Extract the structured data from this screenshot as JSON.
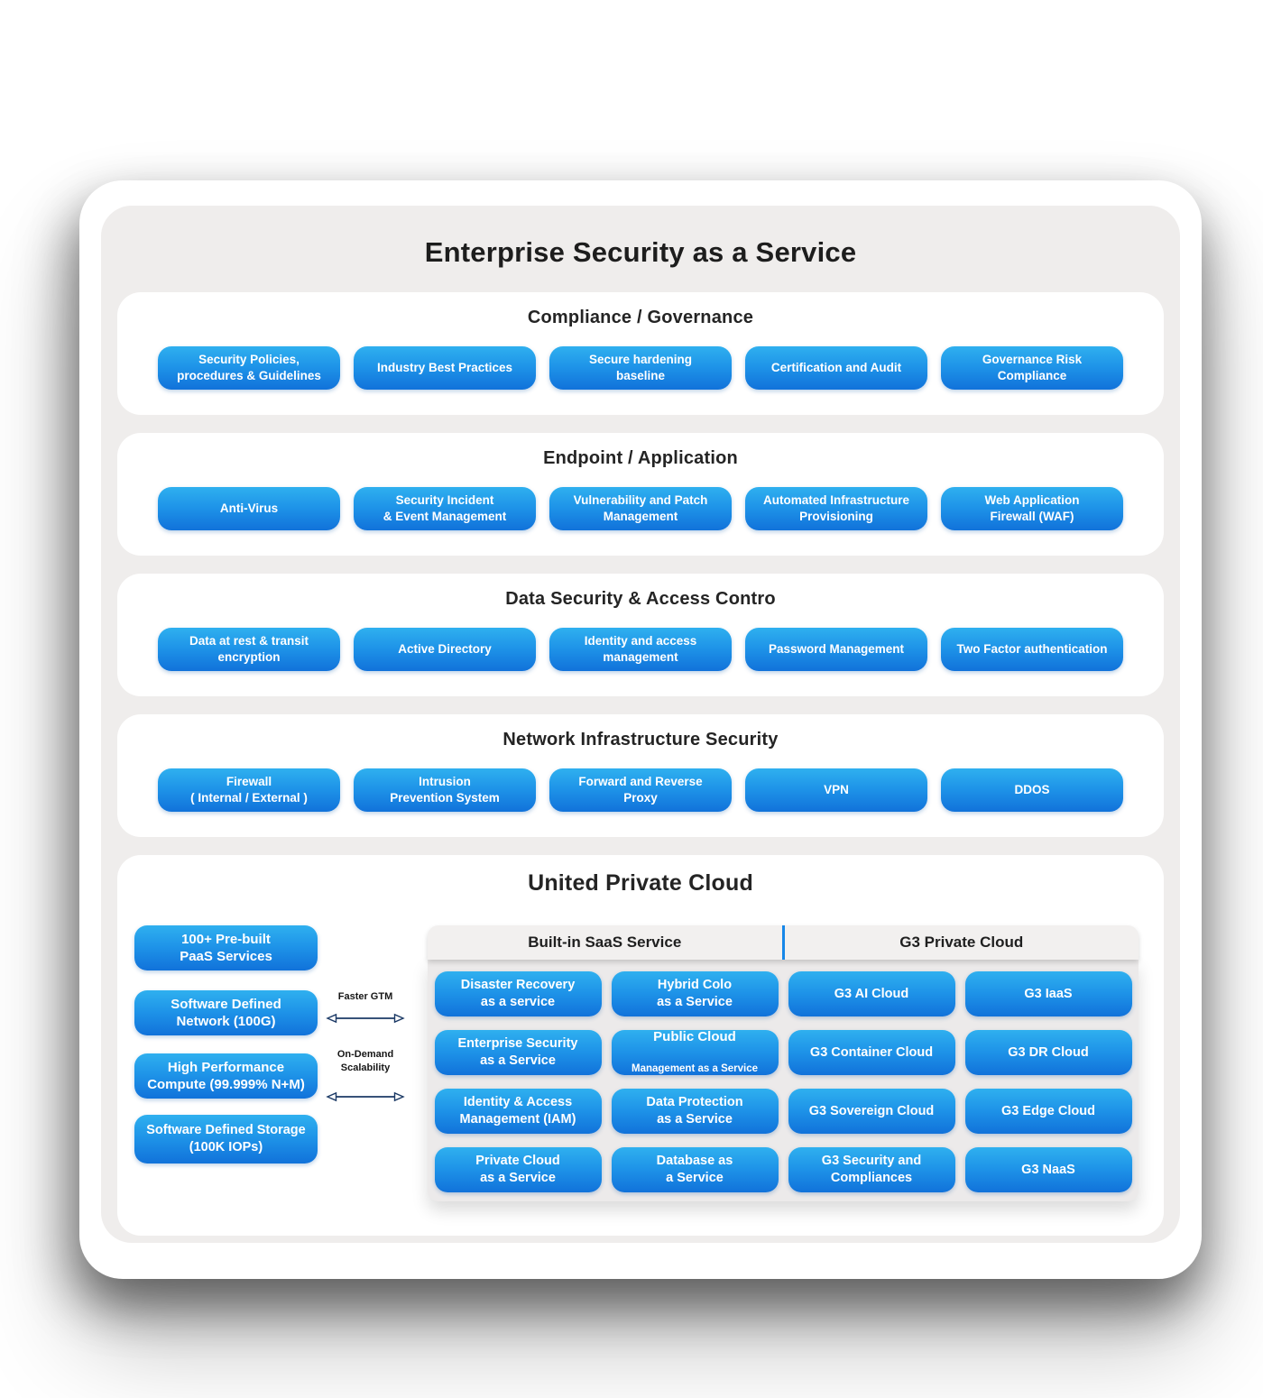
{
  "title": "Enterprise Security as a Service",
  "colors": {
    "pill_gradient_top": "#2FB0EF",
    "pill_gradient_bottom": "#1172DA",
    "panel_background": "#EFEDEC",
    "header_divider_blue": "#1787E8",
    "heading_text": "#242424"
  },
  "sections": [
    {
      "heading": "Compliance / Governance",
      "pills": [
        "Security Policies,\nprocedures & Guidelines",
        "Industry Best Practices",
        "Secure hardening\nbaseline",
        "Certification and Audit",
        "Governance Risk\nCompliance"
      ]
    },
    {
      "heading": "Endpoint / Application",
      "pills": [
        "Anti-Virus",
        "Security Incident\n& Event Management",
        "Vulnerability and Patch\nManagement",
        "Automated Infrastructure\nProvisioning",
        "Web Application\nFirewall (WAF)"
      ]
    },
    {
      "heading": "Data Security & Access Contro",
      "pills": [
        "Data at rest & transit\nencryption",
        "Active Directory",
        "Identity and access\nmanagement",
        "Password Management",
        "Two Factor authentication"
      ]
    },
    {
      "heading": "Network Infrastructure Security",
      "pills": [
        "Firewall\n( Internal / External )",
        "Intrusion\nPrevention System",
        "Forward and Reverse\nProxy",
        "VPN",
        "DDOS"
      ]
    }
  ],
  "private_cloud": {
    "heading": "United Private Cloud",
    "left_pills": [
      "100+  Pre-built\nPaaS Services",
      "Software Defined\nNetwork (100G)",
      "High Performance\nCompute (99.999% N+M)",
      "Software Defined Storage\n(100K IOPs)"
    ],
    "arrows": [
      {
        "label": "Faster GTM"
      },
      {
        "label": "On-Demand\nScalability"
      }
    ],
    "table": {
      "headers": [
        "Built-in SaaS Service",
        "G3 Private Cloud"
      ],
      "rows": [
        [
          "Disaster Recovery\nas a service",
          "Hybrid Colo\nas a Service",
          "G3 AI Cloud",
          "G3 IaaS"
        ],
        [
          "Enterprise Security\nas a Service",
          {
            "top": "Public Cloud",
            "bottom": "Management as a Service"
          },
          "G3 Container Cloud",
          "G3 DR Cloud"
        ],
        [
          "Identity & Access\nManagement (IAM)",
          "Data Protection\nas a Service",
          "G3 Sovereign Cloud",
          "G3 Edge Cloud"
        ],
        [
          "Private Cloud\nas a Service",
          "Database as\na Service",
          "G3 Security and\nCompliances",
          "G3 NaaS"
        ]
      ]
    }
  }
}
